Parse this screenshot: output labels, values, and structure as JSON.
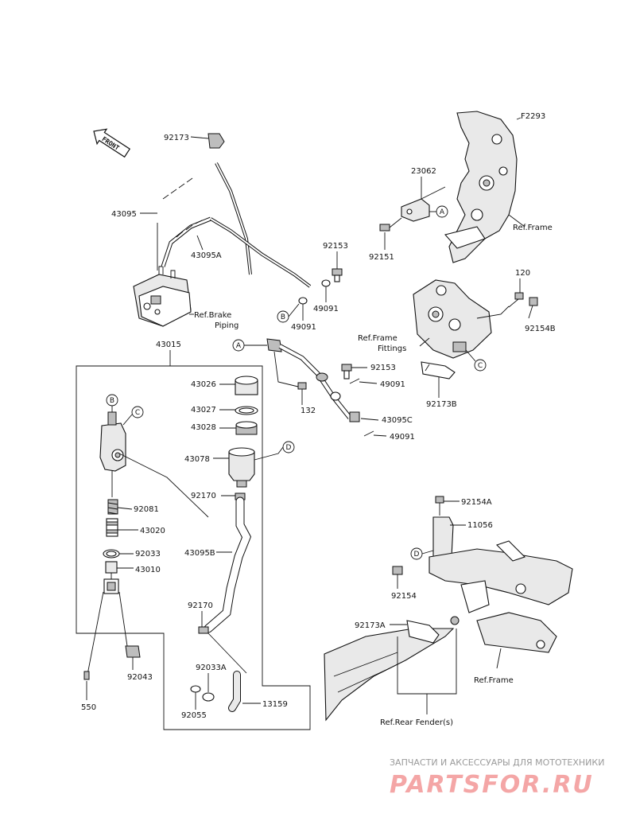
{
  "diagram_code": "F2293",
  "front_badge": "FRONT",
  "part_labels": {
    "p92173": "92173",
    "p43095": "43095",
    "p43095A": "43095A",
    "p23062": "23062",
    "p92151": "92151",
    "p92153_top": "92153",
    "p49091_a": "49091",
    "p49091_b": "49091",
    "p120": "120",
    "p92154B": "92154B",
    "p43015": "43015",
    "p43026": "43026",
    "p43027": "43027",
    "p43028": "43028",
    "p43078": "43078",
    "p92170_a": "92170",
    "p43095B": "43095B",
    "p92170_b": "92170",
    "p92081": "92081",
    "p43020": "43020",
    "p92033": "92033",
    "p43010": "43010",
    "p92043": "92043",
    "p550": "550",
    "p92033A": "92033A",
    "p92055": "92055",
    "p13159": "13159",
    "p92153_mid": "92153",
    "p49091_c": "49091",
    "p132": "132",
    "p43095C": "43095C",
    "p49091_d": "49091",
    "p92173B": "92173B",
    "p92154A": "92154A",
    "p11056": "11056",
    "p92154": "92154",
    "p92173A": "92173A"
  },
  "ref_labels": {
    "frame_1": "Ref.Frame",
    "brake_piping_1": "Ref.Brake",
    "brake_piping_2": "Piping",
    "frame_fittings_1": "Ref.Frame",
    "frame_fittings_2": "Fittings",
    "frame_2": "Ref.Frame",
    "rear_fender": "Ref.Rear Fender(s)"
  },
  "callouts": {
    "A": "A",
    "B": "B",
    "C": "C",
    "D": "D"
  },
  "watermark": {
    "tagline": "ЗАПЧАСТИ И АКСЕССУАРЫ ДЛЯ МОТОТЕХНИКИ",
    "brand": "PARTSFOR.RU"
  }
}
